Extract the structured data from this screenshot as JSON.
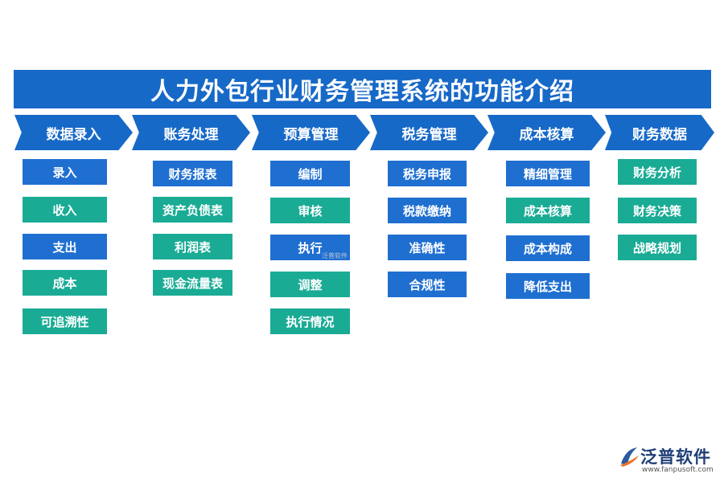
{
  "title": "人力外包行业财务管理系统的功能介绍",
  "columns": [
    {
      "header": "数据录入",
      "items": [
        "录入",
        "收入",
        "支出",
        "成本",
        "可追溯性"
      ]
    },
    {
      "header": "账务处理",
      "items": [
        "财务报表",
        "资产负债表",
        "利润表",
        "现金流量表"
      ]
    },
    {
      "header": "预算管理",
      "items": [
        "编制",
        "审核",
        "执行",
        "调整",
        "执行情况"
      ]
    },
    {
      "header": "税务管理",
      "items": [
        "税务申报",
        "税款缴纳",
        "准确性",
        "合规性"
      ]
    },
    {
      "header": "成本核算",
      "items": [
        "精细管理",
        "成本核算",
        "成本构成",
        "降低支出"
      ]
    },
    {
      "header": "财务数据",
      "items": [
        "财务分析",
        "财务决策",
        "战略规划"
      ]
    }
  ],
  "watermark": "泛普软件",
  "logo": {
    "name": "泛普软件",
    "url": "www.fanpusoft.com"
  },
  "colors": {
    "header_blue": "#1769c7",
    "box_blue": "#1f6fd1",
    "box_teal": "#1aab95"
  }
}
